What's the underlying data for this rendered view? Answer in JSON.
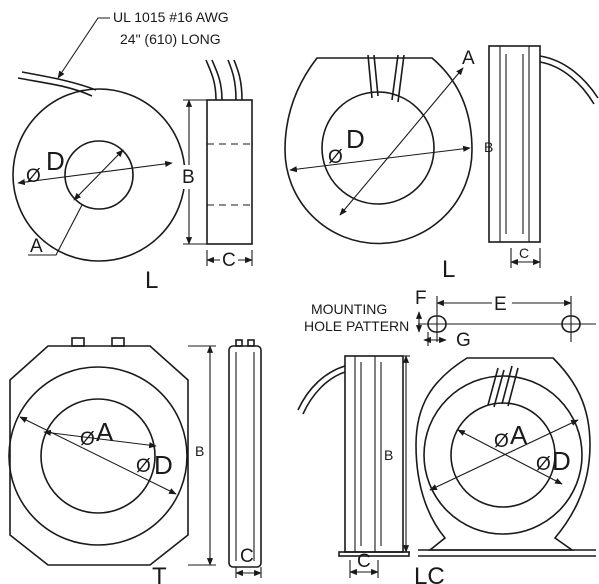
{
  "wire_note": {
    "line1": "UL 1015 #16 AWG",
    "line2": "24\" (610) LONG"
  },
  "mounting_note": {
    "line1": "MOUNTING",
    "line2": "HOLE PATTERN"
  },
  "views": {
    "l_small": {
      "title": "L",
      "dim_d": "D",
      "dim_a": "A",
      "dim_b": "B",
      "dim_c": "C"
    },
    "l_large": {
      "title": "L",
      "dim_d": "D",
      "dim_a": "A",
      "dim_b": "B",
      "dim_c": "C"
    },
    "t": {
      "title": "T",
      "dim_a": "A",
      "dim_d": "D",
      "dim_b": "B",
      "dim_c": "C"
    },
    "lc": {
      "title": "LC",
      "dim_a": "A",
      "dim_d": "D",
      "dim_b": "B",
      "dim_c": "C"
    }
  },
  "hole_pattern": {
    "dim_e": "E",
    "dim_f": "F",
    "dim_g": "G"
  },
  "symbols": {
    "diameter": "Ø",
    "diameter_name": "diameter-symbol"
  }
}
